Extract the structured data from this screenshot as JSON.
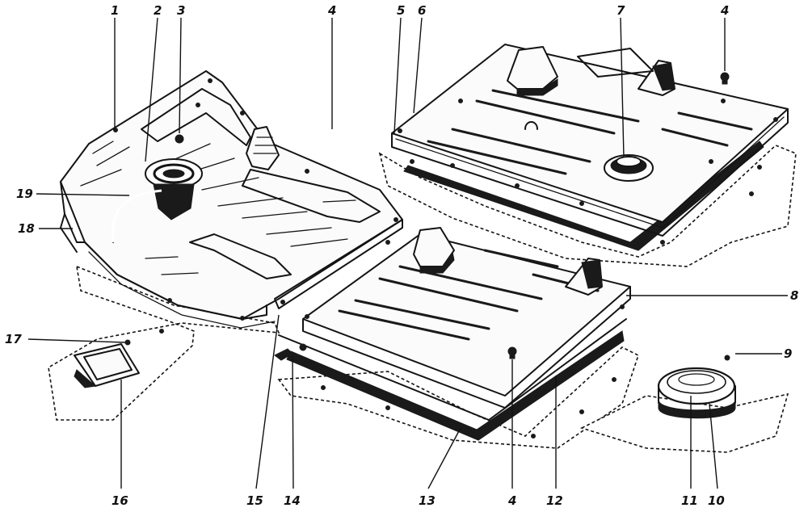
{
  "callouts": [
    {
      "id": "1",
      "text": "1"
    },
    {
      "id": "2",
      "text": "2"
    },
    {
      "id": "3",
      "text": "3"
    },
    {
      "id": "4a",
      "text": "4"
    },
    {
      "id": "5",
      "text": "5"
    },
    {
      "id": "6",
      "text": "6"
    },
    {
      "id": "7",
      "text": "7"
    },
    {
      "id": "4b",
      "text": "4"
    },
    {
      "id": "8",
      "text": "8"
    },
    {
      "id": "9",
      "text": "9"
    },
    {
      "id": "10",
      "text": "10"
    },
    {
      "id": "11",
      "text": "11"
    },
    {
      "id": "12",
      "text": "12"
    },
    {
      "id": "4c",
      "text": "4"
    },
    {
      "id": "13",
      "text": "13"
    },
    {
      "id": "14",
      "text": "14"
    },
    {
      "id": "15",
      "text": "15"
    },
    {
      "id": "16",
      "text": "16"
    },
    {
      "id": "17",
      "text": "17"
    },
    {
      "id": "18",
      "text": "18"
    },
    {
      "id": "19",
      "text": "19"
    }
  ],
  "colors": {
    "ink": "#141414",
    "paper": "#ffffff"
  }
}
